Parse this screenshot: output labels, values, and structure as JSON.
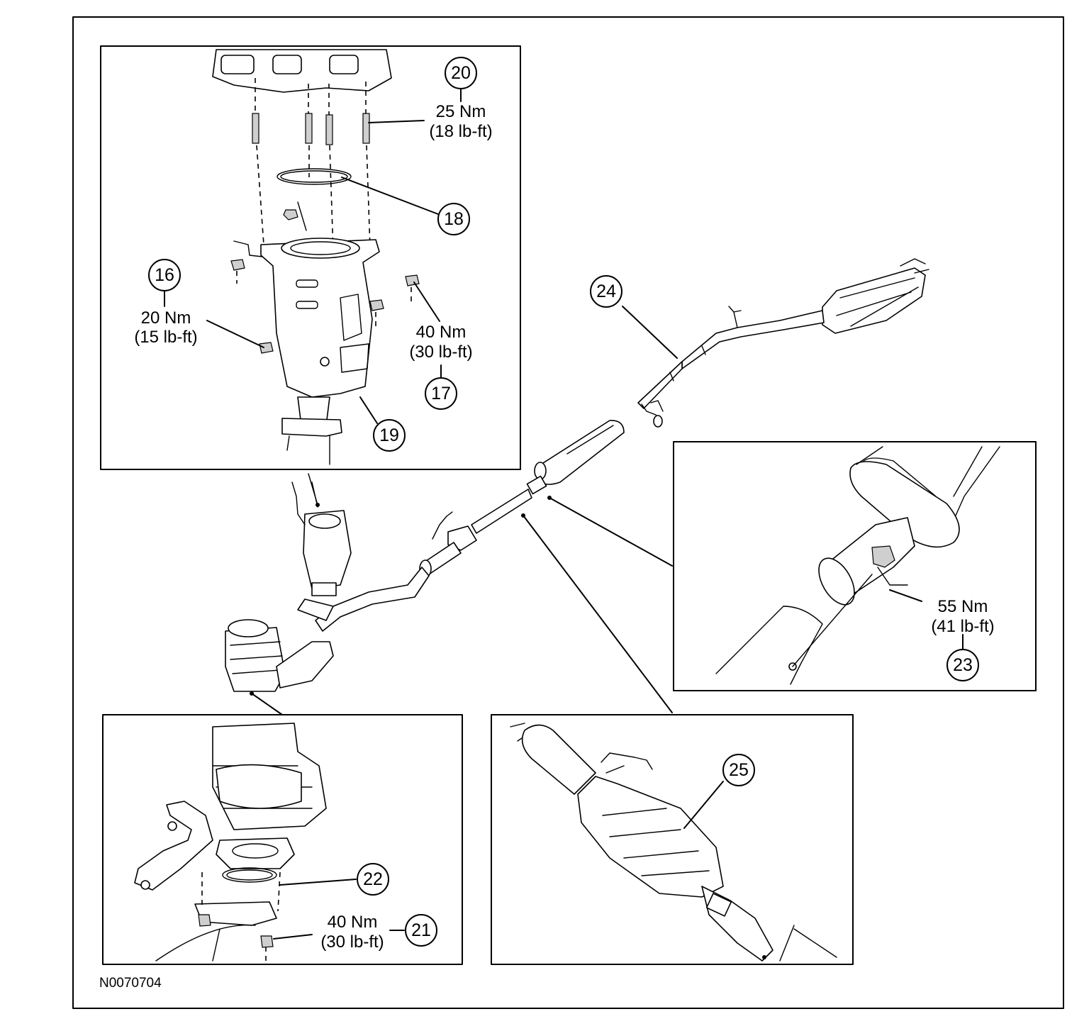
{
  "figure_id": "N0070704",
  "callouts": {
    "c16": "16",
    "c17": "17",
    "c18": "18",
    "c19": "19",
    "c20": "20",
    "c21": "21",
    "c22": "22",
    "c23": "23",
    "c24": "24",
    "c25": "25"
  },
  "torques": {
    "t20": {
      "nm": "25 Nm",
      "lbft": "(18 lb-ft)"
    },
    "t16": {
      "nm": "20 Nm",
      "lbft": "(15 lb-ft)"
    },
    "t17": {
      "nm": "40 Nm",
      "lbft": "(30 lb-ft)"
    },
    "t23": {
      "nm": "55 Nm",
      "lbft": "(41 lb-ft)"
    },
    "t21": {
      "nm": "40 Nm",
      "lbft": "(30 lb-ft)"
    }
  }
}
